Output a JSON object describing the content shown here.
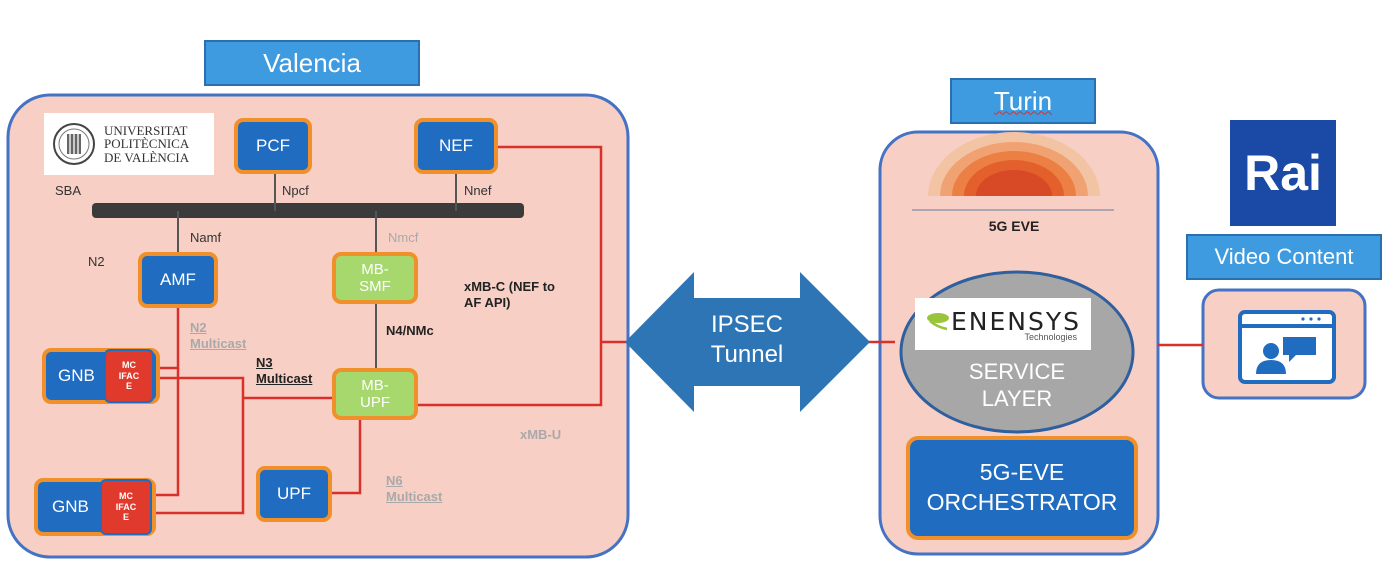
{
  "valencia": {
    "title": "Valencia",
    "university": {
      "line1": "UNIVERSITAT",
      "line2": "POLITÈCNICA",
      "line3": "DE VALÈNCIA"
    },
    "sba_label": "SBA",
    "nodes": {
      "pcf": "PCF",
      "nef": "NEF",
      "amf": "AMF",
      "mb_smf": "MB-\nSMF",
      "mb_upf": "MB-\nUPF",
      "upf": "UPF",
      "gnb1": "GNB",
      "gnb2": "GNB",
      "mc1": "MC\nIFAC\nE",
      "mc2": "MC\nIFAC\nE"
    },
    "labels": {
      "npcf": "Npcf",
      "nnef": "Nnef",
      "namf": "Namf",
      "nmcf": "Nmcf",
      "n2": "N2",
      "n2_multicast": "N2\nMulticast",
      "n3_multicast": "N3\nMulticast",
      "n4_nmc": "N4/NMc",
      "xmb_c": "xMB-C (NEF to\nAF API)",
      "n6_multicast": "N6\nMulticast",
      "xmb_u": "xMB-U"
    }
  },
  "tunnel": {
    "line1": "IPSEC",
    "line2": "Tunnel"
  },
  "turin": {
    "title": "Turin",
    "logo_label": "5G EVE",
    "enensys_name": "ENENSYS",
    "enensys_sub": "Technologies",
    "service_layer": "SERVICE\nLAYER",
    "orchestrator": "5G-EVE\nORCHESTRATOR"
  },
  "rai": {
    "logo": "Rai",
    "video_content": "Video Content"
  },
  "colors": {
    "valencia_bg": "#f8cfc4",
    "panel_border": "#4472c4",
    "link": "#d9302b",
    "arrow": "#2e75b6",
    "nf_blue": "#1f6cc0",
    "nf_green": "#a6d86e",
    "orange": "#f0902a"
  }
}
